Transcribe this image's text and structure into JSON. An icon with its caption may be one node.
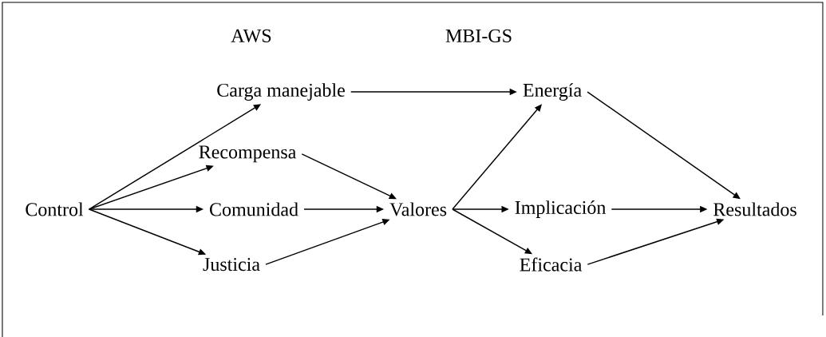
{
  "diagram": {
    "nodes": [
      {
        "text": [
          "Control"
        ]
      },
      {
        "text": [
          "Carga manejable"
        ]
      },
      {
        "text": [
          "Recompensa"
        ]
      },
      {
        "text": [
          "Comunidad"
        ]
      },
      {
        "text": [
          "Justicia"
        ]
      },
      {
        "text": [
          "Valores"
        ]
      },
      {
        "text": [
          "Energía"
        ]
      },
      {
        "text": [
          "Implicación"
        ]
      },
      {
        "text": [
          "Eficacia"
        ]
      },
      {
        "text": [
          "Resultados"
        ]
      }
    ],
    "edges": [
      {
        "from": 0,
        "to": 1,
        "arrow": "to"
      },
      {
        "from": 0,
        "to": 2,
        "arrow": "to"
      },
      {
        "from": 0,
        "to": 3,
        "arrow": "to"
      },
      {
        "from": 0,
        "to": 4,
        "arrow": "to"
      },
      {
        "from": 2,
        "to": 5,
        "arrow": "to"
      },
      {
        "from": 3,
        "to": 5,
        "arrow": "to"
      },
      {
        "from": 4,
        "to": 5,
        "arrow": "to"
      },
      {
        "from": 1,
        "to": 6,
        "arrow": "to"
      },
      {
        "from": 5,
        "to": 6,
        "arrow": "to"
      },
      {
        "from": 5,
        "to": 7,
        "arrow": "to"
      },
      {
        "from": 5,
        "to": 8,
        "arrow": "to"
      },
      {
        "from": 6,
        "to": 9,
        "arrow": "to"
      },
      {
        "from": 7,
        "to": 9,
        "arrow": "to"
      },
      {
        "from": 8,
        "to": 9,
        "arrow": "to"
      }
    ],
    "labels": [
      "AWS",
      "MBI-GS"
    ]
  }
}
